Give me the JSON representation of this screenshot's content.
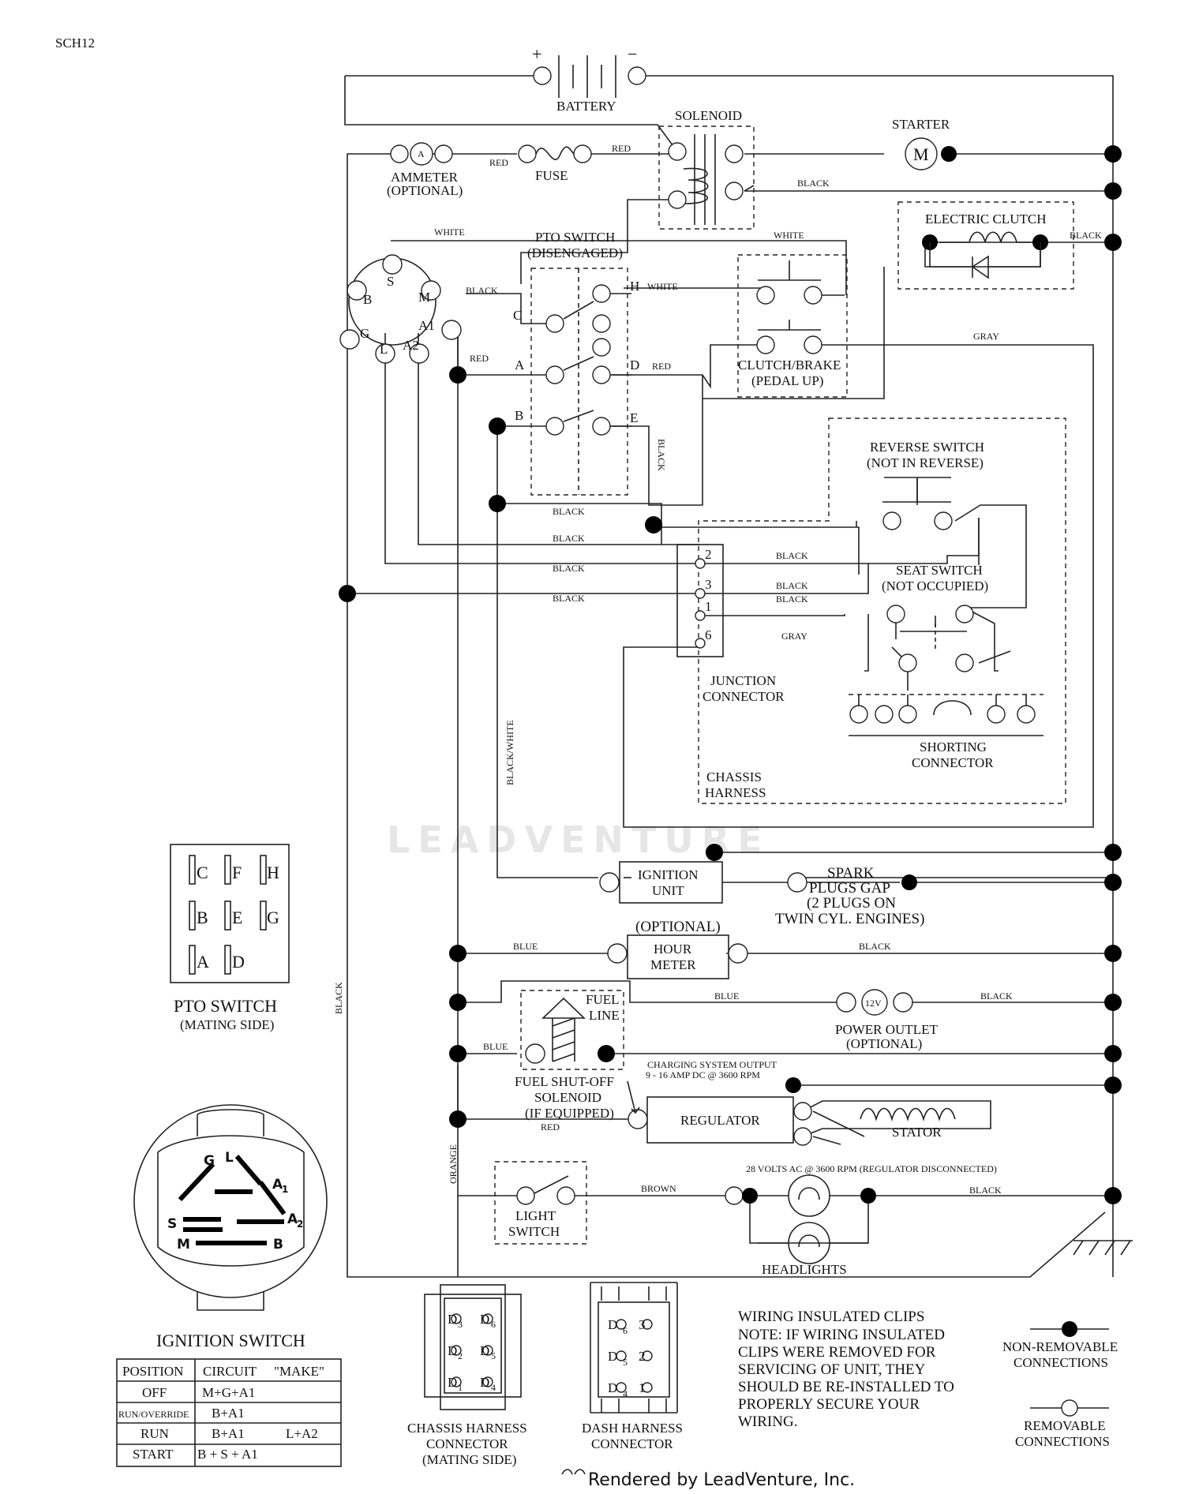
{
  "doc_code": "SCH12",
  "watermark": "LEADVENTURE",
  "footer": "Rendered by LeadVenture, Inc.",
  "components": {
    "battery": "BATTERY",
    "battery_plus": "+",
    "battery_minus": "−",
    "solenoid": "SOLENOID",
    "starter": "STARTER",
    "starter_m": "M",
    "ammeter_a": "A",
    "ammeter_1": "AMMETER",
    "ammeter_2": "(OPTIONAL)",
    "fuse": "FUSE",
    "electric_clutch": "ELECTRIC CLUTCH",
    "pto_switch_1": "PTO SWITCH",
    "pto_switch_2": "(DISENGAGED)",
    "clutch_brake_1": "CLUTCH/BRAKE",
    "clutch_brake_2": "(PEDAL UP)",
    "reverse_switch_1": "REVERSE SWITCH",
    "reverse_switch_2": "(NOT IN REVERSE)",
    "seat_switch_1": "SEAT SWITCH",
    "seat_switch_2": "(NOT OCCUPIED)",
    "junction_1": "JUNCTION",
    "junction_2": "CONNECTOR",
    "shorting_1": "SHORTING",
    "shorting_2": "CONNECTOR",
    "chassis_1": "CHASSIS",
    "chassis_2": "HARNESS",
    "ignition_unit_1": "IGNITION",
    "ignition_unit_2": "UNIT",
    "spark_1": "SPARK",
    "spark_2": "PLUGS GAP",
    "spark_3": "(2 PLUGS ON",
    "spark_4": "TWIN CYL. ENGINES)",
    "hour_meter_opt": "(OPTIONAL)",
    "hour_meter_1": "HOUR",
    "hour_meter_2": "METER",
    "fuel_line_1": "FUEL",
    "fuel_line_2": "LINE",
    "power_outlet_v": "12V",
    "power_outlet_1": "POWER OUTLET",
    "power_outlet_2": "(OPTIONAL)",
    "fuel_sol_1": "FUEL SHUT-OFF",
    "fuel_sol_2": "SOLENOID",
    "fuel_sol_3": "(IF EQUIPPED)",
    "charging_1": "CHARGING SYSTEM OUTPUT",
    "charging_2": "9 - 16 AMP DC @ 3600 RPM",
    "regulator": "REGULATOR",
    "stator": "STATOR",
    "ac_note": "28 VOLTS AC @ 3600 RPM (REGULATOR DISCONNECTED)",
    "light_switch_1": "LIGHT",
    "light_switch_2": "SWITCH",
    "headlights": "HEADLIGHTS"
  },
  "wire_labels": {
    "red": "RED",
    "black": "BLACK",
    "white": "WHITE",
    "gray": "GRAY",
    "blue": "BLUE",
    "brown": "BROWN",
    "orange": "ORANGE",
    "black_white": "BLACK/WHITE"
  },
  "ignition_terminals": {
    "s": "S",
    "b": "B",
    "m": "M",
    "g": "G",
    "l": "L",
    "a2": "A2",
    "a1": "A1"
  },
  "pto_terminals": {
    "h": "H",
    "c": "C",
    "a": "A",
    "d": "D",
    "b": "B",
    "e": "E"
  },
  "junction_pins": {
    "p2": "2",
    "p3": "3",
    "p1": "1",
    "p6": "6"
  },
  "pto_mating": {
    "title": "PTO SWITCH",
    "subtitle": "(MATING SIDE)",
    "row1": [
      "C",
      "F",
      "H"
    ],
    "row2": [
      "B",
      "E",
      "G"
    ],
    "row3": [
      "A",
      "D"
    ]
  },
  "ignition_switch": {
    "title": "IGNITION SWITCH",
    "letters": {
      "g": "G",
      "l": "L",
      "a1": "A",
      "a1s": "1",
      "s": "S",
      "a2": "A",
      "a2s": "2",
      "m": "M",
      "b": "B"
    },
    "table_headers": [
      "POSITION",
      "CIRCUIT",
      "\"MAKE\""
    ],
    "rows": [
      {
        "position": "OFF",
        "circuit": "M+G+A1",
        "make": ""
      },
      {
        "position": "RUN/OVERRIDE",
        "circuit": "B+A1",
        "make": ""
      },
      {
        "position": "RUN",
        "circuit": "B+A1",
        "make": "L+A2"
      },
      {
        "position": "START",
        "circuit": "B + S + A1",
        "make": ""
      }
    ]
  },
  "chassis_connector": {
    "title_1": "CHASSIS HARNESS",
    "title_2": "CONNECTOR",
    "title_3": "(MATING SIDE)",
    "pins": [
      {
        "letter": "D",
        "sub": "3",
        "side": "left"
      },
      {
        "letter": "D",
        "sub": "6",
        "side": "right"
      },
      {
        "letter": "D",
        "sub": "2",
        "side": "left"
      },
      {
        "letter": "D",
        "sub": "5",
        "side": "right"
      },
      {
        "letter": "D",
        "sub": "1",
        "side": "left"
      },
      {
        "letter": "D",
        "sub": "4",
        "side": "right"
      }
    ]
  },
  "dash_connector": {
    "title_1": "DASH HARNESS",
    "title_2": "CONNECTOR",
    "pins": [
      {
        "letter": "D",
        "sub": "6",
        "num": "3"
      },
      {
        "letter": "D",
        "sub": "5",
        "num": "2"
      },
      {
        "letter": "D",
        "sub": "4",
        "num": "1"
      }
    ]
  },
  "note": {
    "lines": [
      "WIRING INSULATED CLIPS",
      "NOTE:  IF WIRING INSULATED",
      "CLIPS WERE REMOVED FOR",
      "SERVICING OF UNIT, THEY",
      "SHOULD BE RE-INSTALLED TO",
      "PROPERLY SECURE YOUR",
      "WIRING."
    ]
  },
  "legend": {
    "non_removable_1": "NON-REMOVABLE",
    "non_removable_2": "CONNECTIONS",
    "removable_1": "REMOVABLE",
    "removable_2": "CONNECTIONS"
  }
}
